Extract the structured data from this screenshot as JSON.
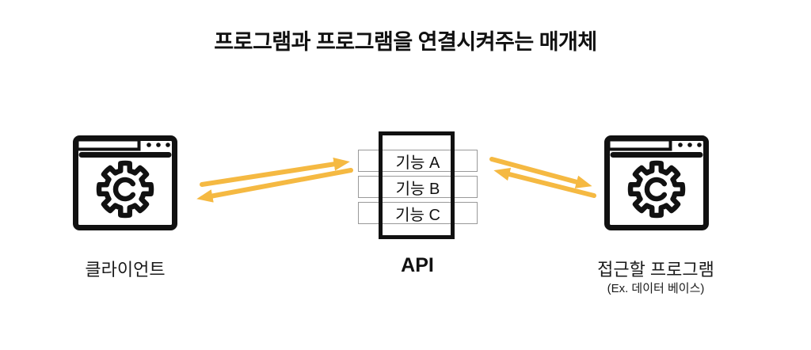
{
  "title": "프로그램과 프로그램을 연결시켜주는 매개체",
  "client": {
    "label": "클라이언트"
  },
  "api": {
    "label": "API",
    "functions": [
      "기능 A",
      "기능 B",
      "기능 C"
    ]
  },
  "target": {
    "label": "접근할 프로그램",
    "sublabel": "(Ex. 데이터 베이스)"
  },
  "colors": {
    "arrow": "#F5B942",
    "line": "#111111",
    "row_border": "#999999"
  }
}
